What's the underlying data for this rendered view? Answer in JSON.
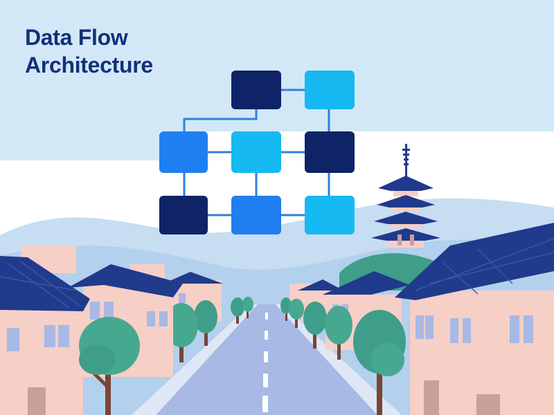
{
  "title": {
    "line1": "Data Flow",
    "line2": "Architecture"
  },
  "colors": {
    "title": "#13307a",
    "sky_top": "#d3e8f6",
    "sky_band": "#ffffff",
    "node_dark": "#0e2466",
    "node_mid": "#1f7ff0",
    "node_light": "#16b9f2",
    "connector": "#2f7fe0",
    "hills": "#bcd6ee",
    "road": "#a7b9e4",
    "roof": "#203a8c",
    "wall": "#f6cfc6",
    "tree": "#3f9e8a",
    "trunk": "#7a4534"
  },
  "illustration": {
    "diagram": {
      "nodes": [
        {
          "shade": "dark"
        },
        {
          "shade": "light"
        },
        {
          "shade": "mid"
        },
        {
          "shade": "light"
        },
        {
          "shade": "dark"
        },
        {
          "shade": "dark"
        },
        {
          "shade": "mid"
        },
        {
          "shade": "light"
        }
      ]
    },
    "scene": [
      "street",
      "houses",
      "trees",
      "pagoda",
      "hills"
    ]
  }
}
